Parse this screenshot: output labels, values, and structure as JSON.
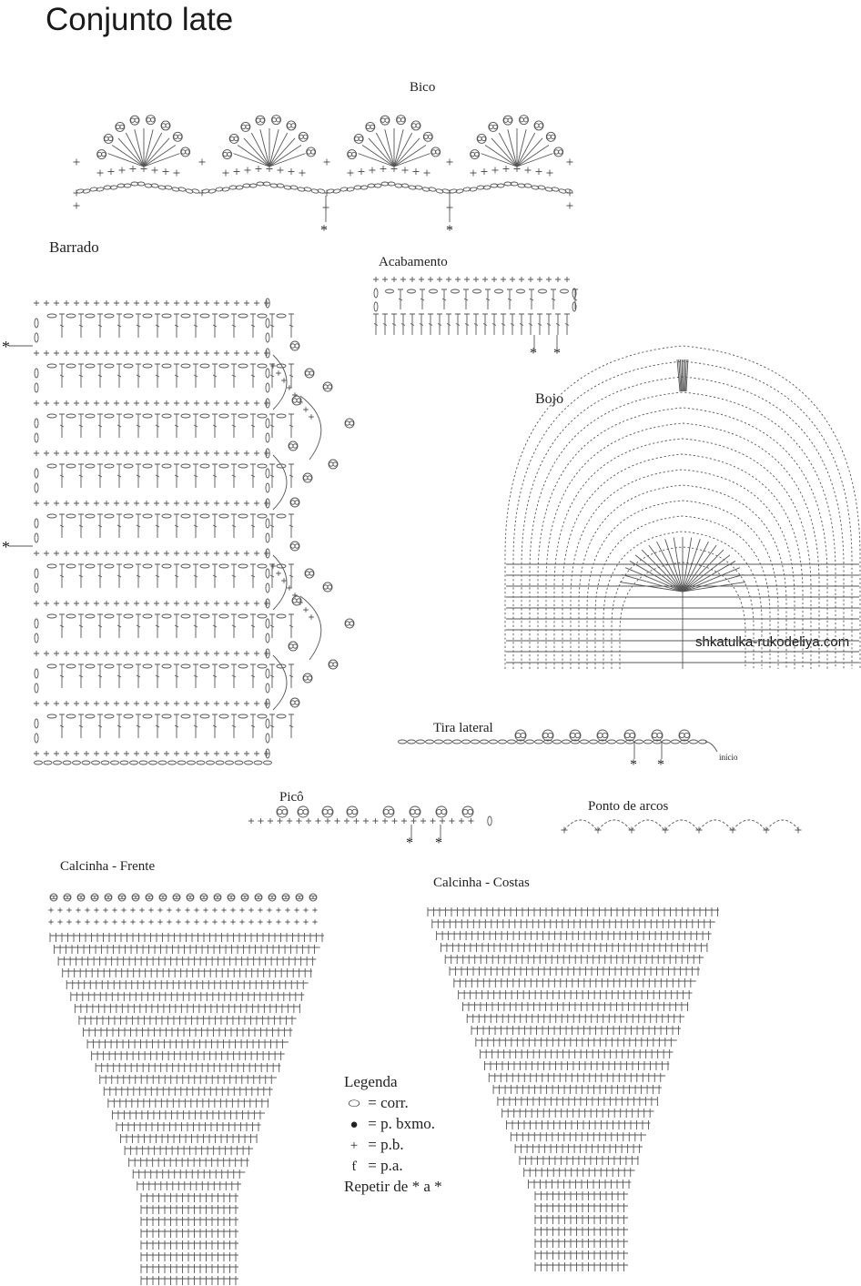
{
  "page": {
    "title": "Conjunto late",
    "watermark": "shkatulka-rukodeliya.com"
  },
  "sections": {
    "bico": "Bico",
    "barrado": "Barrado",
    "acabamento": "Acabamento",
    "bojo": "Bojo",
    "tira_lateral": "Tira lateral",
    "inicio": "início",
    "pico": "Picô",
    "ponto_de_arcos": "Ponto de arcos",
    "calcinha_frente": "Calcinha - Frente",
    "calcinha_costas": "Calcinha - Costas"
  },
  "repeat_marker": "*",
  "legend": {
    "title": "Legenda",
    "items": [
      {
        "symbol": "chain-oval-icon",
        "glyph": "⬭",
        "text": "= corr."
      },
      {
        "symbol": "slip-stitch-dot-icon",
        "glyph": "●",
        "text": "= p. bxmo."
      },
      {
        "symbol": "single-crochet-plus-icon",
        "glyph": "+",
        "text": "= p.b."
      },
      {
        "symbol": "double-crochet-icon",
        "glyph": "ƭ",
        "text": "= p.a."
      }
    ],
    "repeat_note": "Repetir de * a *"
  }
}
